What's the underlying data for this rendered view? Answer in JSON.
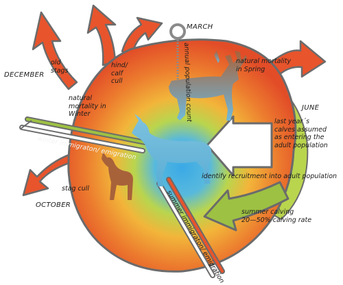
{
  "months": {
    "march": "MARCH",
    "june": "JUNE",
    "october": "OCTOBER",
    "december": "DECEMBER"
  },
  "labels": {
    "old_stags": "old\nstags",
    "hind_calf_cull": "hind/\ncalf\ncull",
    "natural_mortality_winter": "natural\nmortality in\nWinter",
    "natural_mortality_spring": "natural mortality\nin Spring",
    "annual_population_count": "annual population count",
    "last_years_calves": "last year´s\ncalves assumed\nas entering the\nadult population",
    "identify_recruitment": "identify recruitment into adult population",
    "summer_calving": "summer calving\n20—50% calving rate",
    "winter_immigration": "winter immigraton/ emigration",
    "stag_cull": "stag cull",
    "summer_immigration": "summer immigraton/ emigration"
  },
  "colors": {
    "outer_ring": "#e8542c",
    "warm_orange": "#f29a3c",
    "inner_green": "#b9d54e",
    "core_blue": "#3aa9e6",
    "outline_grey": "#6b6b6b",
    "arrow_green": "#9dc143",
    "deer_brown": "#a8623a",
    "deer_blue": "#6fb9dc"
  },
  "icons": [
    "ring-pin-icon",
    "stag-icon",
    "hind-icon",
    "calf-icon"
  ]
}
